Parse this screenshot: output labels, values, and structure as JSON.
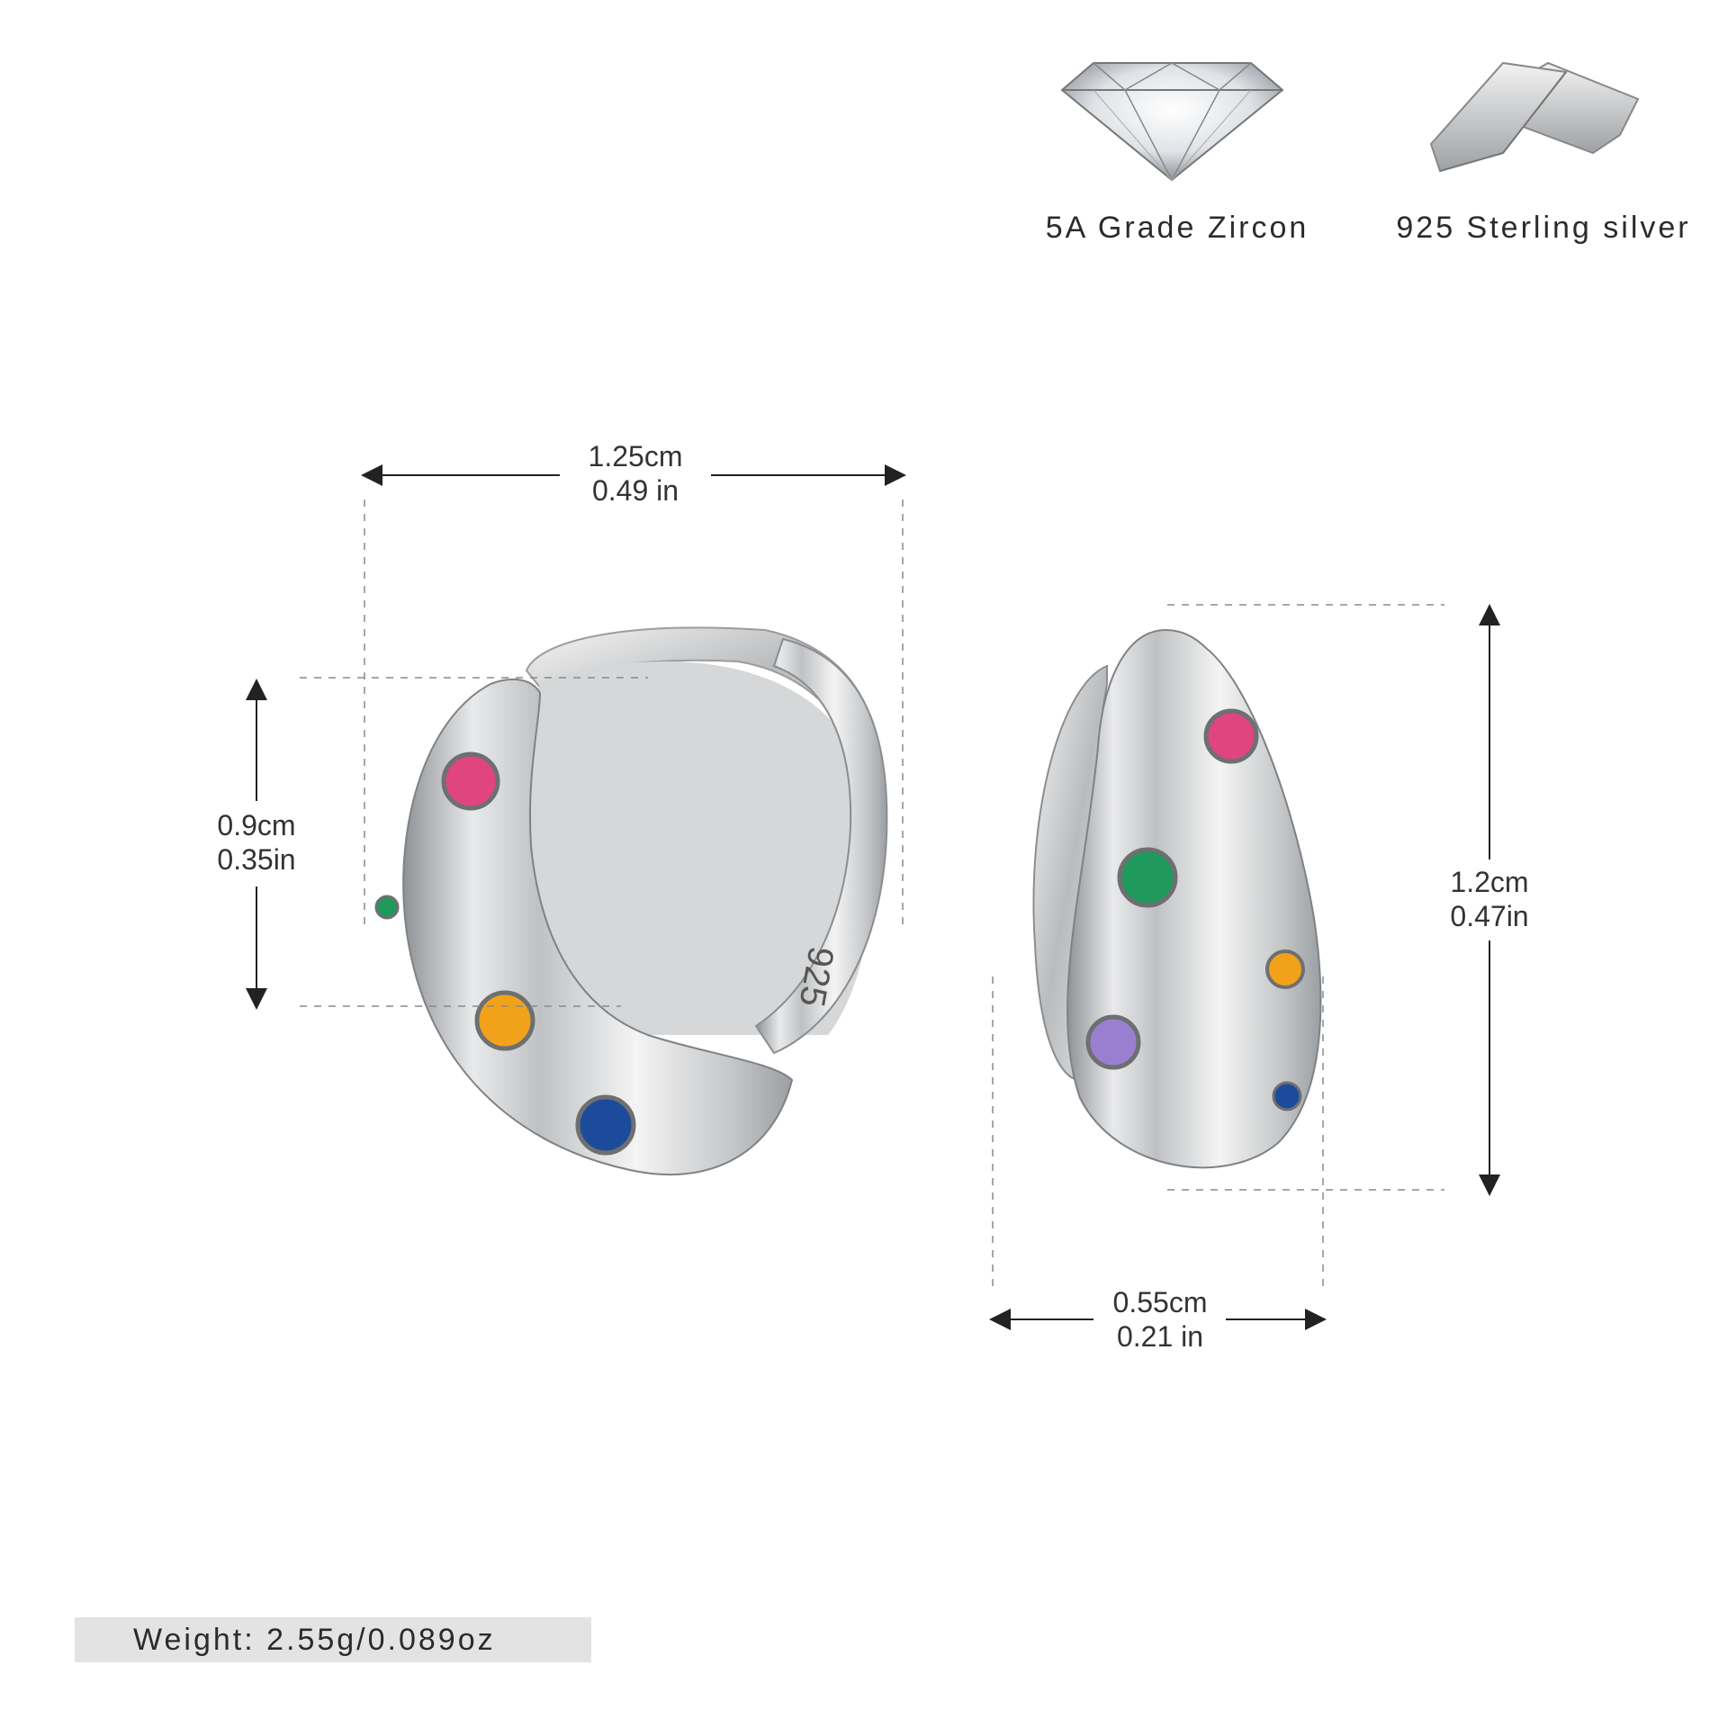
{
  "features": [
    {
      "label": "5A Grade Zircon",
      "icon": "zircon-gem-icon"
    },
    {
      "label": "925 Sterling silver",
      "icon": "silver-bar-icon"
    }
  ],
  "dimensions": {
    "front_width": {
      "cm": "1.25cm",
      "inch": "0.49 in"
    },
    "front_height": {
      "cm": "0.9cm",
      "inch": "0.35in"
    },
    "side_height": {
      "cm": "1.2cm",
      "inch": "0.47in"
    },
    "side_width": {
      "cm": "0.55cm",
      "inch": "0.21 in"
    }
  },
  "hallmark": "925",
  "weight": "Weight: 2.55g/0.089oz",
  "colors": {
    "silver": "#c9cbcd",
    "pink_stone": "#e0457f",
    "green_stone": "#1f9a5c",
    "yellow_stone": "#f1a21a",
    "blue_stone": "#1d4b9b",
    "purple_stone": "#9a7fd0",
    "weight_bar": "#e3e3e3"
  }
}
